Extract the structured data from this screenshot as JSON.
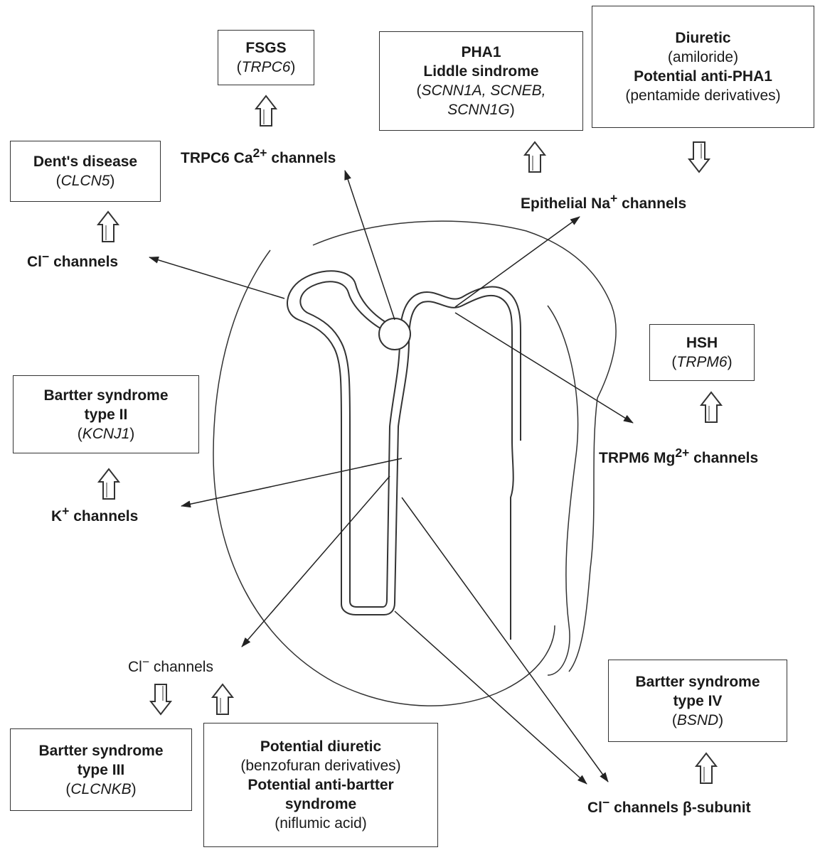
{
  "boxes": {
    "fsgs": {
      "title": "FSGS",
      "gene": "TRPC6"
    },
    "pha1": {
      "title1": "PHA1",
      "title2": "Liddle sindrome",
      "genes1": "SCNN1A, SCNEB,",
      "genes2": "SCNN1G"
    },
    "diuretic": {
      "line1": "Diuretic",
      "line2": "(amiloride)",
      "line3": "Potential anti-PHA1",
      "line4": "(pentamide derivatives)"
    },
    "dent": {
      "title": "Dent's disease",
      "gene": "CLCN5"
    },
    "hsh": {
      "title": "HSH",
      "gene": "TRPM6"
    },
    "bartter2": {
      "title1": "Bartter syndrome",
      "title2": "type II",
      "gene": "KCNJ1"
    },
    "bartter3": {
      "title1": "Bartter syndrome",
      "title2": "type III",
      "gene": "CLCNKB"
    },
    "potential": {
      "line1": "Potential diuretic",
      "line2": "(benzofuran derivatives)",
      "line3": "Potential anti-bartter",
      "line4": "syndrome",
      "line5": "(niflumic acid)"
    },
    "bartter4": {
      "title1": "Bartter syndrome",
      "title2": "type IV",
      "gene": "BSND"
    }
  },
  "labels": {
    "trpc6_channels": {
      "pre": "TRPC6 Ca",
      "sup": "2+",
      "post": " channels"
    },
    "epithelial_na": {
      "pre": "Epithelial Na",
      "sup": "+",
      "post": " channels"
    },
    "cl_channels_top": {
      "pre": "Cl",
      "sup": "−",
      "post": " channels"
    },
    "trpm6_channels": {
      "pre": "TRPM6 Mg",
      "sup": "2+",
      "post": " channels"
    },
    "k_channels": {
      "pre": "K",
      "sup": "+",
      "post": " channels"
    },
    "cl_channels_bottom": {
      "pre": "Cl",
      "sup": "−",
      "post": " channels"
    },
    "cl_beta": {
      "pre": "Cl",
      "sup": "−",
      "post": " channels β-subunit"
    }
  }
}
